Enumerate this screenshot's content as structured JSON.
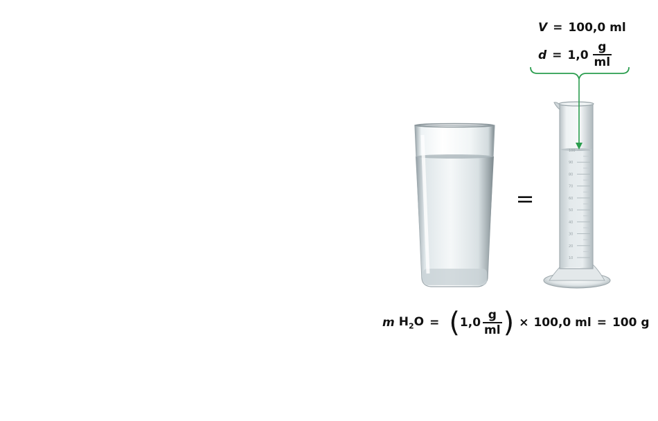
{
  "top_labels": {
    "volume": {
      "symbol": "V",
      "equals": "=",
      "value": "100,0 ml"
    },
    "density": {
      "symbol": "d",
      "equals": "=",
      "value": "1,0",
      "unit_num": "g",
      "unit_den": "ml"
    }
  },
  "middle_equals": "=",
  "cylinder_scale": [
    "100",
    "90",
    "80",
    "70",
    "60",
    "50",
    "40",
    "30",
    "20",
    "10"
  ],
  "formula": {
    "m": "m",
    "substance_base": "H",
    "substance_sub": "2",
    "substance_rest": "O",
    "eq1": "=",
    "density_value": "1,0",
    "unit_num": "g",
    "unit_den": "ml",
    "times": "×",
    "volume": "100,0 ml",
    "eq2": "=",
    "result": "100 g"
  },
  "colors": {
    "arrow": "#2a9d4e",
    "water": "#dfe7ea"
  }
}
